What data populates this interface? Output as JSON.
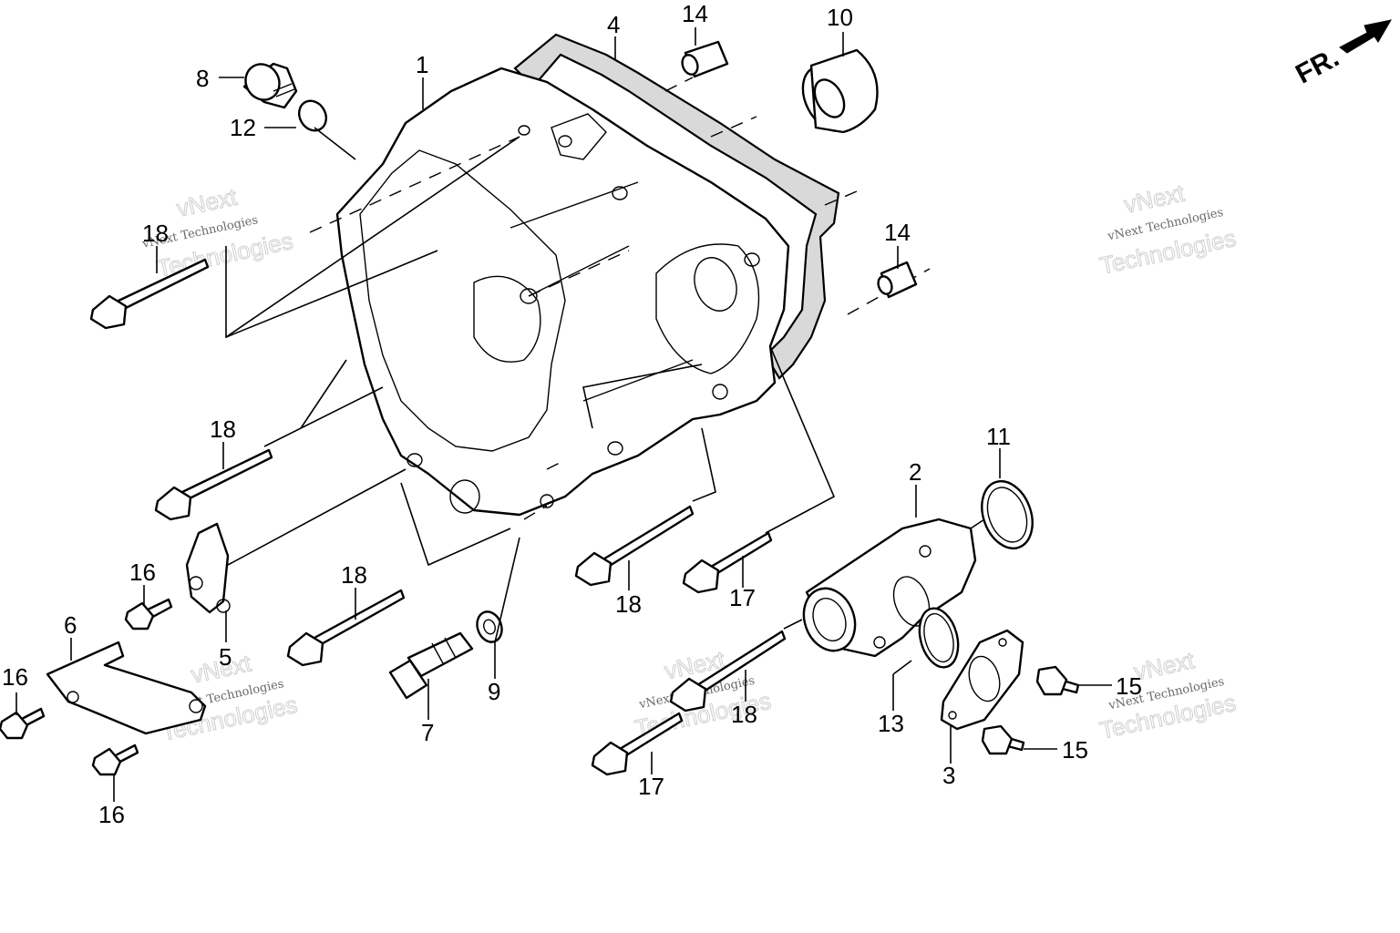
{
  "diagram": {
    "direction_marker": "FR.",
    "watermark": {
      "top_line": "vNext",
      "middle_line": "vNext Technologies",
      "bottom_line": "Technologies"
    },
    "callouts": [
      {
        "id": "c1",
        "label": "1"
      },
      {
        "id": "c2",
        "label": "2"
      },
      {
        "id": "c3",
        "label": "3"
      },
      {
        "id": "c4",
        "label": "4"
      },
      {
        "id": "c5",
        "label": "5"
      },
      {
        "id": "c6",
        "label": "6"
      },
      {
        "id": "c7",
        "label": "7"
      },
      {
        "id": "c8",
        "label": "8"
      },
      {
        "id": "c9",
        "label": "9"
      },
      {
        "id": "c10",
        "label": "10"
      },
      {
        "id": "c11",
        "label": "11"
      },
      {
        "id": "c12",
        "label": "12"
      },
      {
        "id": "c13",
        "label": "13"
      },
      {
        "id": "c14a",
        "label": "14"
      },
      {
        "id": "c14b",
        "label": "14"
      },
      {
        "id": "c15a",
        "label": "15"
      },
      {
        "id": "c15b",
        "label": "15"
      },
      {
        "id": "c16a",
        "label": "16"
      },
      {
        "id": "c16b",
        "label": "16"
      },
      {
        "id": "c16c",
        "label": "16"
      },
      {
        "id": "c17a",
        "label": "17"
      },
      {
        "id": "c17b",
        "label": "17"
      },
      {
        "id": "c18a",
        "label": "18"
      },
      {
        "id": "c18b",
        "label": "18"
      },
      {
        "id": "c18c",
        "label": "18"
      },
      {
        "id": "c18d",
        "label": "18"
      },
      {
        "id": "c18e",
        "label": "18"
      }
    ]
  }
}
